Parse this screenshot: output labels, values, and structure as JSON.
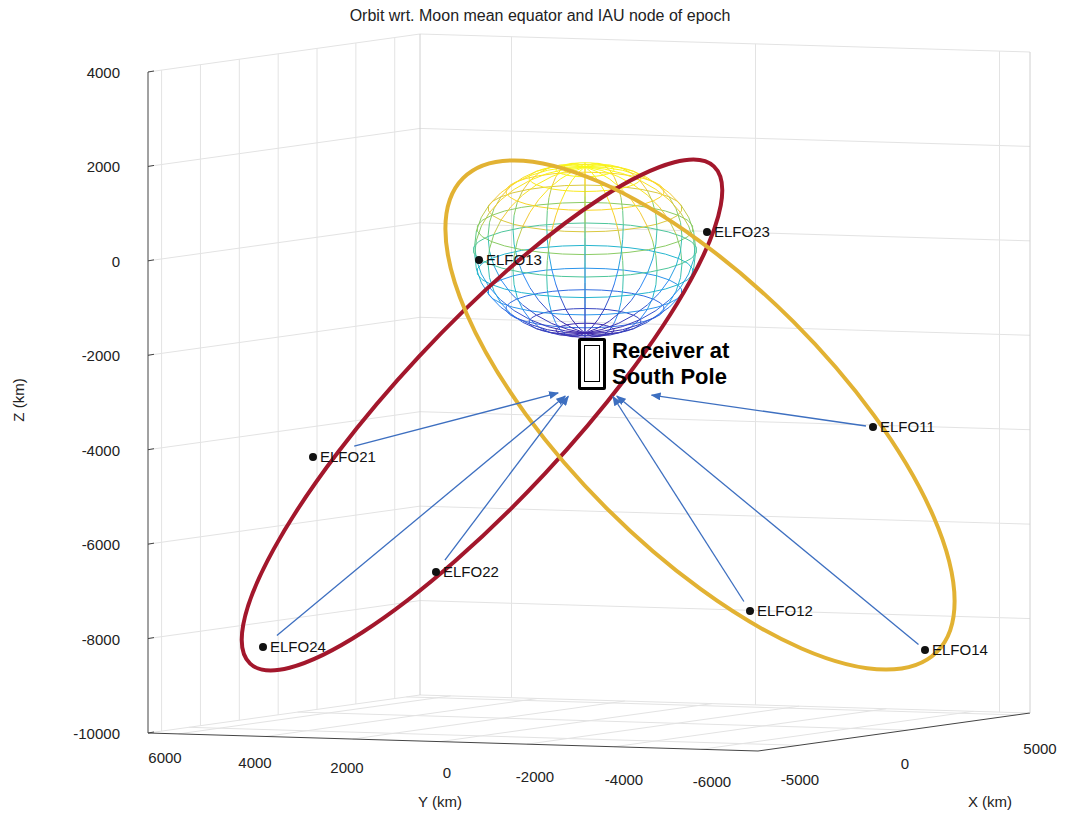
{
  "diagram": {
    "title": "Orbit wrt. Moon mean equator and IAU node of epoch",
    "nodes": [
      {
        "text": [
          "ELFO23"
        ]
      },
      {
        "text": [
          "ELFO13"
        ]
      },
      {
        "text": [
          "Receiver at South Pole"
        ]
      },
      {
        "text": [
          "ELFO11"
        ]
      },
      {
        "text": [
          "ELFO21"
        ]
      },
      {
        "text": [
          "ELFO22"
        ]
      },
      {
        "text": [
          "ELFO12"
        ]
      },
      {
        "text": [
          "ELFO24"
        ]
      },
      {
        "text": [
          "ELFO14"
        ]
      }
    ],
    "edges": [
      {
        "from": 4,
        "to": 2,
        "arrow": "to"
      },
      {
        "from": 5,
        "to": 2,
        "arrow": "to"
      },
      {
        "from": 7,
        "to": 2,
        "arrow": "to"
      },
      {
        "from": 6,
        "to": 2,
        "arrow": "to"
      },
      {
        "from": 8,
        "to": 2,
        "arrow": "to"
      },
      {
        "from": 3,
        "to": 2,
        "arrow": "to"
      }
    ],
    "labels": [
      "Z (km)",
      "4000",
      "2000",
      "0",
      "-2000",
      "-4000",
      "-6000",
      "-8000",
      "-10000",
      "6000",
      "4000",
      "2000",
      "0",
      "-2000",
      "-4000",
      "-6000",
      "Y (km)",
      "-5000",
      "0",
      "5000",
      "X (km)"
    ]
  }
}
